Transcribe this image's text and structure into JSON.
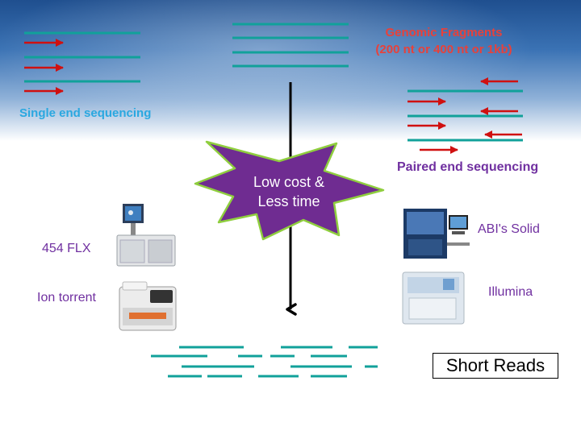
{
  "genomic_fragments": {
    "line1": "Genomic Fragments",
    "line2": "(200 nt or 400 nt or 1kb)"
  },
  "single_end_label": "Single end sequencing",
  "paired_end_label": "Paired end sequencing",
  "center_burst": {
    "line1": "Low cost &",
    "line2": "Less time"
  },
  "instruments": {
    "flx": "454 FLX",
    "ion": "Ion torrent",
    "abi": "ABI's Solid",
    "illumina": "Illumina"
  },
  "short_reads_label": "Short Reads",
  "colors": {
    "fragment_teal": "#11a19a",
    "arrow_red": "#d01010",
    "burst_purple": "#6f2c91",
    "burst_outline": "#8fce3e",
    "label_purple": "#7030a0",
    "label_blue": "#2aa8e0",
    "genomic_red": "#e8413a"
  },
  "icons": [
    "right-arrow-icon",
    "left-arrow-icon",
    "down-arrow-icon",
    "burst-star-icon",
    "sequencer-instrument-icon"
  ]
}
